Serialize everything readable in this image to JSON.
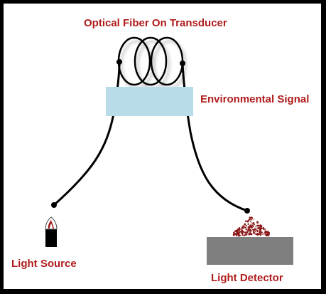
{
  "labels": {
    "title": "Optical Fiber On Transducer",
    "environmental_signal": "Environmental Signal",
    "light_source": "Light Source",
    "light_detector": "Light Detector"
  },
  "colors": {
    "label_text": "#b01c1c",
    "fiber": "#000000",
    "transducer_box": "#b8dde8",
    "detector_plate": "#7f7f7f",
    "detected_light": "#8b1a1a",
    "frame_border": "#000000",
    "background": "#ffffff"
  }
}
